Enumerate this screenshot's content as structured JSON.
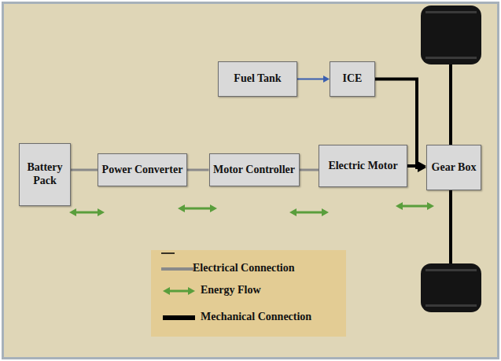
{
  "diagram": {
    "nodes": [
      {
        "text": [
          "Fuel Tank"
        ]
      },
      {
        "text": [
          "ICE"
        ]
      },
      {
        "text": [
          "Battery Pack"
        ]
      },
      {
        "text": [
          "Power Converter"
        ]
      },
      {
        "text": [
          "Motor Controller"
        ]
      },
      {
        "text": [
          "Electric Motor"
        ]
      },
      {
        "text": [
          "Gear Box"
        ]
      }
    ],
    "edges": [
      {
        "from": 0,
        "to": 1,
        "arrow": "to"
      },
      {
        "from": 1,
        "to": 6,
        "arrow": "to"
      },
      {
        "from": 5,
        "to": 6,
        "arrow": "to"
      },
      {
        "from": 2,
        "to": 3,
        "arrow": "none"
      },
      {
        "from": 3,
        "to": 4,
        "arrow": "none"
      },
      {
        "from": 4,
        "to": 5,
        "arrow": "none"
      }
    ],
    "legend": [
      {
        "text": "Electrical Connection"
      },
      {
        "text": "Energy Flow"
      },
      {
        "text": "Mechanical Connection"
      }
    ]
  }
}
